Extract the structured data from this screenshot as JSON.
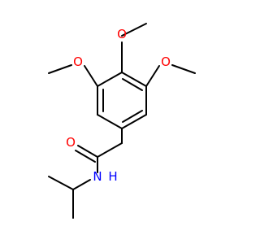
{
  "molecule": {
    "labels": {
      "o1": "O",
      "o2": "O",
      "o3": "O",
      "o4": "O",
      "n1": "N",
      "h1": "H"
    },
    "colors": {
      "oxygen": "#ff0000",
      "nitrogen": "#0000ff",
      "bond": "#000000"
    }
  }
}
